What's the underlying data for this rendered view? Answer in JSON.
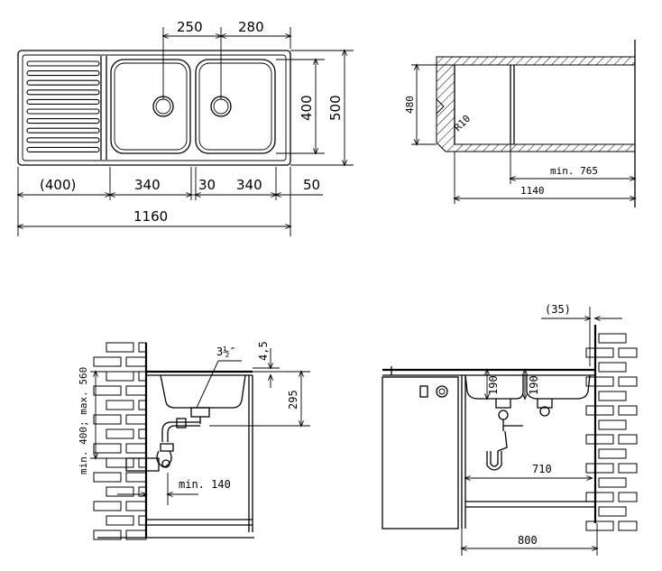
{
  "top_left": {
    "dims": {
      "d250": "250",
      "d280": "280",
      "d400": "400",
      "d500": "500",
      "drain_board": "(400)",
      "bowl1": "340",
      "gap": "30",
      "bowl2": "340",
      "edge": "50",
      "total": "1160"
    }
  },
  "top_right": {
    "dims": {
      "h480": "480",
      "radius": "R10",
      "min765": "min. 765",
      "w1140": "1140"
    }
  },
  "bottom_left": {
    "dims": {
      "pipe": "3½″",
      "t45": "4,5",
      "d295": "295",
      "height_range": "min. 400; max. 560",
      "min140": "min. 140"
    }
  },
  "bottom_right": {
    "dims": {
      "d35": "(35)",
      "d190a": "190",
      "d190b": "190",
      "d710": "710",
      "d800": "800"
    }
  }
}
